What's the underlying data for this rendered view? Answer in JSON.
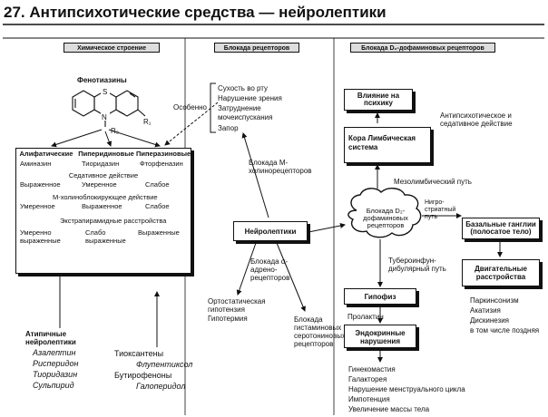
{
  "title": "27. Антипсихотические средства — нейролептики",
  "headers": {
    "structure": "Химическое строение",
    "blockade": "Блокада рецепторов",
    "d2": "Блокада D₂-дофаминовых рецепторов"
  },
  "phenothiazines": {
    "label": "Фенотиазины",
    "atom_s": "S",
    "atom_n": "N",
    "r1": "R₁",
    "r2": "R₂",
    "especially": "Особенно"
  },
  "table": {
    "columns": [
      "Алифатические",
      "Пиперидиновые",
      "Пиперазиновые"
    ],
    "drugs": [
      "Аминазин",
      "Тиоридазин",
      "Фторфеназин"
    ],
    "sedative_label": "Седативное действие",
    "sedative": [
      "Выраженное",
      "Умеренное",
      "Слабое"
    ],
    "mcholino_label": "М-холиноблокирующее действие",
    "mcholino": [
      "Умеренное",
      "Выраженное",
      "Слабое"
    ],
    "extrapyramidal_label": "Экстрапирамидные расстройства",
    "extrapyramidal": [
      "Умеренно выраженные",
      "Слабо выраженные",
      "Выраженные"
    ]
  },
  "atypical": {
    "label": "Атипичные нейролептики",
    "drugs": [
      "Азалептин",
      "Рисперидон",
      "Тиоридазин",
      "Сульпирид"
    ]
  },
  "thioxanthenes": {
    "label": "Тиоксантены",
    "drug": "Флупентиксол"
  },
  "butyrophenones": {
    "label": "Бутирофеноны",
    "drug": "Галоперидол"
  },
  "mcholino_effects": [
    "Сухость во рту",
    "Нарушение зрения",
    "Затруднение мочеиспускания",
    "Запор"
  ],
  "mcholino_blockade": "Блокада М-холинорецепторов",
  "neuroleptics": "Нейролептики",
  "alpha_blockade": "Блокада α-адрено-рецепторов",
  "alpha_effects": [
    "Ортостатическая гипотензия",
    "Гипотермия"
  ],
  "hist_blockade": "Блокада гистаминовых и серотониновых рецепторов",
  "psyche": "Влияние на психику",
  "antipsychotic": "Антипсихотическое и седативное действие",
  "cortex": "Кора Лимбическая система",
  "mesolimbic": "Мезолимбический путь",
  "d2_blockade": "Блокада D₂-дофаминовых рецепторов",
  "nigrostriatal": "Нигро-стриатный путь",
  "basal_ganglia": "Базальные ганглии (полосатое тело)",
  "tuberoinfundibular": "Тубероинфун-дибулярный путь",
  "motor": "Двигательные расстройства",
  "motor_effects": [
    "Паркинсонизм",
    "Акатизия",
    "Дискинезия",
    "в том числе поздняя"
  ],
  "pituitary": "Гипофиз",
  "prolactin": "Пролактин",
  "endocrine": "Эндокринные нарушения",
  "endocrine_effects": [
    "Гинекомастия",
    "Галакторея",
    "Нарушение менструального цикла",
    "Импотенция",
    "Увеличение массы тела"
  ]
}
